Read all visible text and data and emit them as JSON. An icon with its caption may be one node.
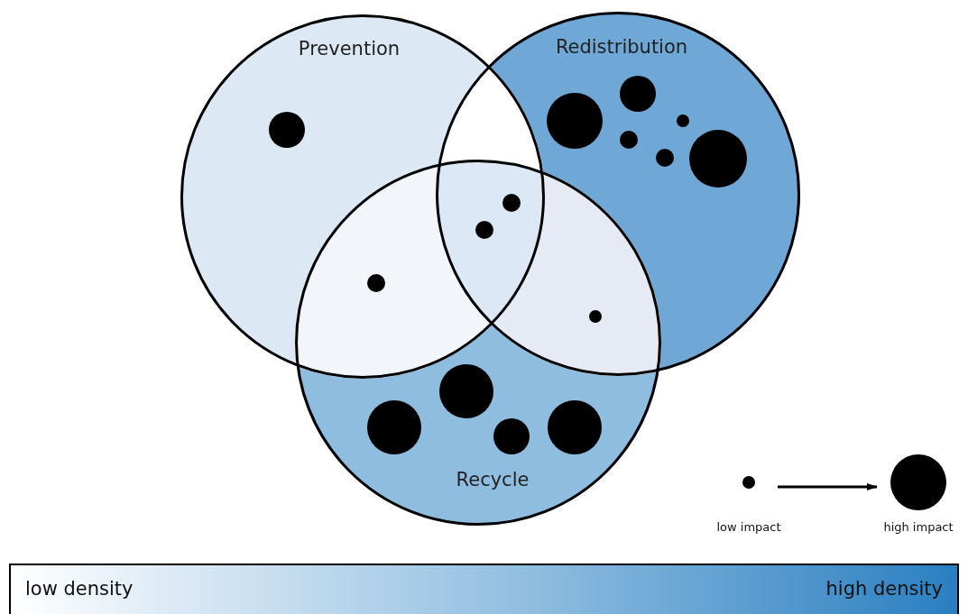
{
  "diagram": {
    "nodes": [
      {
        "text": [
          "Prevention"
        ]
      },
      {
        "text": [
          "Redistribution"
        ]
      },
      {
        "text": [
          "Recycle"
        ]
      },
      {
        "text": [],
        "shape": "circle",
        "beside": [
          "low impact"
        ]
      },
      {
        "text": [],
        "shape": "circle",
        "beside": [
          "high impact"
        ]
      }
    ],
    "edges": [
      {
        "from": 3,
        "to": 4,
        "arrow": "to"
      }
    ],
    "labels": [
      "low density",
      "high density"
    ]
  }
}
